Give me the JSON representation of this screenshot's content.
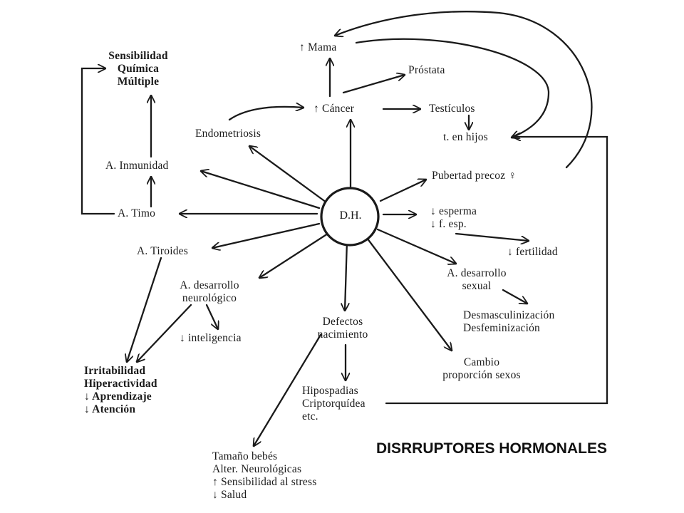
{
  "title": "DISRRUPTORES HORMONALES",
  "hub": "D.H.",
  "nodes": {
    "mama": [
      "↑ Mama"
    ],
    "prostata": [
      "Próstata"
    ],
    "cancer": [
      "↑ Cáncer"
    ],
    "testiculos": [
      "Testículos"
    ],
    "hijos": [
      "t. en hijos"
    ],
    "sensibilidad": [
      "Sensibilidad",
      "Química",
      "Múltiple"
    ],
    "endometriosis": [
      "Endometriosis"
    ],
    "inmunidad": [
      "A. Inmunidad"
    ],
    "pubertad": [
      "Pubertad precoz ♀"
    ],
    "timo": [
      "A. Timo"
    ],
    "esperma": [
      "↓ esperma",
      "↓  f. esp."
    ],
    "fertilidad": [
      "↓ fertilidad"
    ],
    "tiroides": [
      "A. Tiroides"
    ],
    "desarrollo_sexual": [
      "A. desarrollo",
      "sexual"
    ],
    "neuro": [
      "A. desarrollo",
      "neurológico"
    ],
    "desmasc": [
      "Desmasculinización",
      "Desfeminización"
    ],
    "defectos": [
      "Defectos",
      "nacimiento"
    ],
    "inteligencia": [
      "↓ inteligencia"
    ],
    "proporcion": [
      "Cambio",
      "proporción sexos"
    ],
    "irritabilidad": [
      "Irritabilidad",
      "Hiperactividad",
      "↓ Aprendizaje",
      "↓ Atención"
    ],
    "hipospadias": [
      "Hipospadias",
      "Criptorquídea",
      "etc."
    ],
    "tamano": [
      "Tamaño bebés",
      "Alter. Neurológicas",
      "↑  Sensibilidad al stress",
      "↓ Salud"
    ]
  }
}
